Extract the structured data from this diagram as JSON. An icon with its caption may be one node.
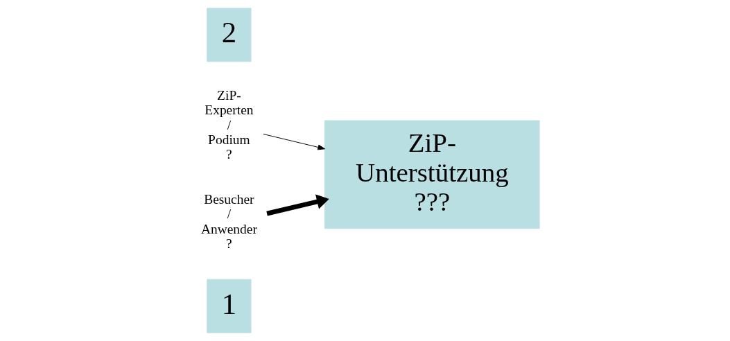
{
  "diagram": {
    "nodes": [
      {
        "text": [
          "1"
        ]
      },
      {
        "text": [
          "ZiP- Experten / Podium ?"
        ]
      },
      {
        "text": [
          "ZiP- Unterstützung ???"
        ]
      },
      {
        "text": [
          "2"
        ]
      },
      {
        "text": [
          "Besucher / Anwender ?"
        ]
      }
    ],
    "edges": [
      {
        "from": 1,
        "to": 2,
        "arrow": "to"
      },
      {
        "from": 4,
        "to": 2,
        "arrow": "to",
        "style": "thick"
      }
    ]
  }
}
